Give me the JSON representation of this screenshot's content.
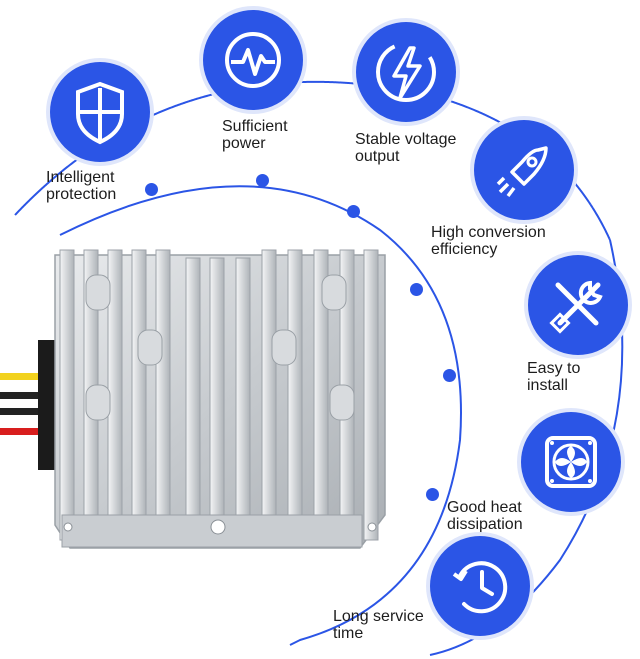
{
  "colors": {
    "accent": "#2b55e6",
    "badge_ring": "#dfe6fb",
    "arc_line": "#2b55e6",
    "housing": "#c9cdd1"
  },
  "features": [
    {
      "id": "protection",
      "label": "Intelligent\nprotection",
      "icon": "shield-icon"
    },
    {
      "id": "power",
      "label": "Sufficient\npower",
      "icon": "pulse-icon"
    },
    {
      "id": "voltage",
      "label": "Stable voltage\noutput",
      "icon": "lightning-icon"
    },
    {
      "id": "efficiency",
      "label": "High conversion\nefficiency",
      "icon": "rocket-icon"
    },
    {
      "id": "install",
      "label": "Easy to\ninstall",
      "icon": "tools-icon"
    },
    {
      "id": "heat",
      "label": "Good heat\ndissipation",
      "icon": "fan-icon"
    },
    {
      "id": "service",
      "label": "Long service\ntime",
      "icon": "clock-icon"
    }
  ],
  "product": {
    "name": "dc-dc-converter-module",
    "wires": [
      "yellow",
      "black",
      "black",
      "red"
    ]
  }
}
